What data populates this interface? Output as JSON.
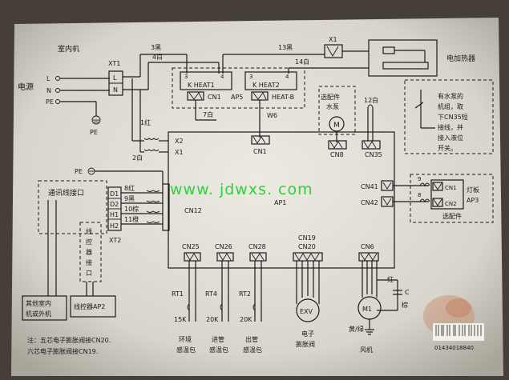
{
  "indoor_unit": "室内机",
  "power": {
    "label": "电源",
    "L": "L",
    "N": "N",
    "PE": "PE",
    "block": "XT1",
    "xt1_L": "L",
    "xt1_N": "N",
    "ground": "PE"
  },
  "wires": {
    "w3": "3黑",
    "w4": "4白",
    "w13": "13黑",
    "w14": "14白",
    "w1": "1红",
    "w2": "2白",
    "w7": "7白",
    "w12": "12白",
    "w6": "W6"
  },
  "x1_top": "X1",
  "heater": {
    "label": "电加热器"
  },
  "heat_boards": {
    "k1": "K HEAT1",
    "k2": "K HEAT2",
    "p3a": "3",
    "p4a": "4",
    "p3b": "3",
    "p4b": "4",
    "cn1": "CN1",
    "ap5": "AP5",
    "heatb": "HEAT-B"
  },
  "pump": {
    "title1": "选配件",
    "title2": "水泵",
    "motor": "M",
    "cn": "CN8"
  },
  "cn35": "CN35",
  "note_right": [
    "有水泵的",
    "机组，取",
    "下CN35短",
    "接线，并",
    "接入液位",
    "开关。"
  ],
  "x2": "X2",
  "x1": "X1",
  "board": {
    "cn1": "CN1",
    "cn12": "CN12",
    "ap1": "AP1",
    "cn41": "CN41",
    "cn42": "CN42",
    "cn25": "CN25",
    "cn26": "CN26",
    "cn28": "CN28",
    "cn19": "CN19",
    "cn20": "CN20",
    "cn6": "CN6"
  },
  "comm": {
    "pe": "PE",
    "title": "通讯线接口",
    "d1": "D1",
    "d2": "D2",
    "h1": "H1",
    "h2": "H2",
    "c8": "8红",
    "c9": "9黑",
    "c10": "10棕",
    "c11": "11橙",
    "xt2": "XT2",
    "wired_port": [
      "线",
      "控",
      "器",
      "接",
      "口"
    ]
  },
  "other_unit": [
    "其他室内",
    "机或外机"
  ],
  "wired_controller": "线控器AP2",
  "light_board": {
    "n9": "9",
    "n8": "8",
    "cn1": "CN1",
    "cn2": "CN2",
    "label1": "灯板",
    "label2": "AP3",
    "option": "选配件"
  },
  "sensors": [
    {
      "id": "RT1",
      "val": "15K",
      "name1": "环境",
      "name2": "感温包"
    },
    {
      "id": "RT4",
      "val": "20K",
      "name1": "进管",
      "name2": "感温包"
    },
    {
      "id": "RT2",
      "val": "20K",
      "name1": "出管",
      "name2": "感温包"
    }
  ],
  "exv": {
    "motor": "EXV",
    "name1": "电子",
    "name2": "膨胀阀"
  },
  "fan": {
    "motor": "M1",
    "red": "红",
    "c": "C",
    "brown": "棕",
    "yg": "黄/绿",
    "name": "风机"
  },
  "footnote": [
    "注：五芯电子膨胀阀接CN20.",
    "六芯电子膨胀阀接CN19."
  ],
  "watermark": "www. jdwxs. com",
  "serial": "01434018840"
}
